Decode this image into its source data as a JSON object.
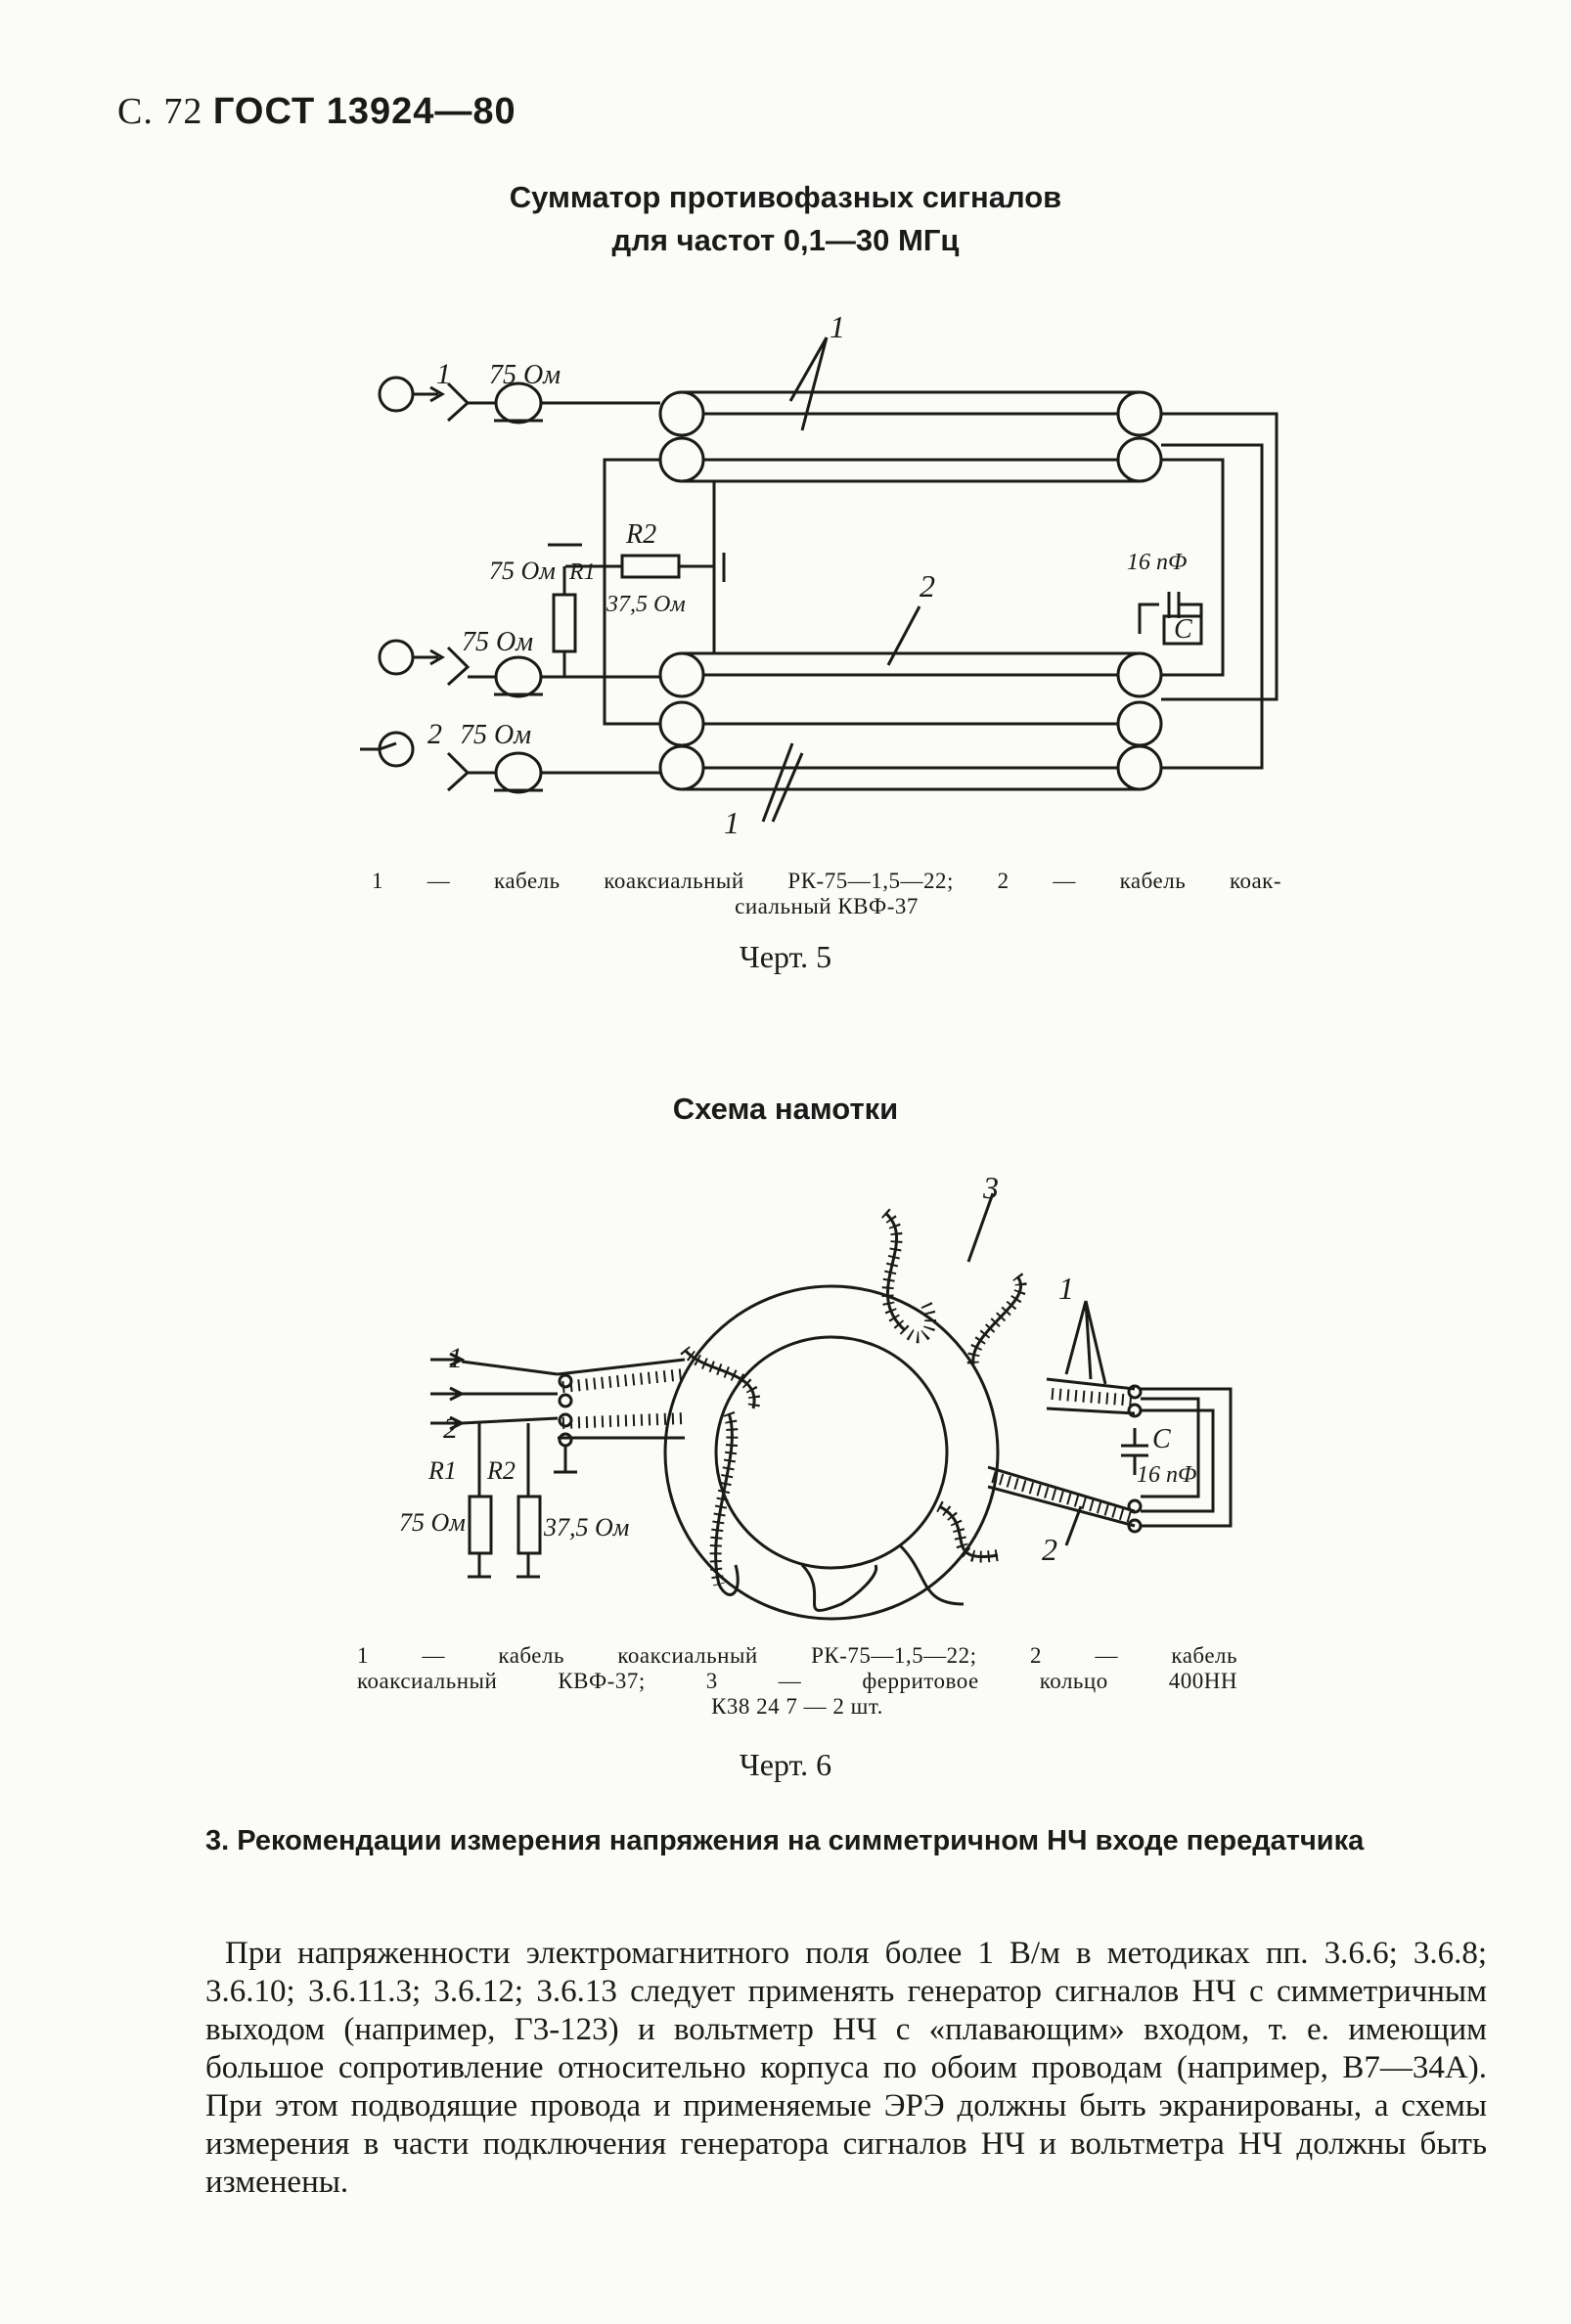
{
  "header": {
    "page_prefix": "С. 72",
    "standard": "ГОСТ 13924—80"
  },
  "figure5": {
    "title_line1": "Сумматор противофазных сигналов",
    "title_line2": "для частот 0,1—30 МГц",
    "labels": {
      "in1_num": "1",
      "in1_imp": "75 Ом",
      "in_mid_imp": "75 Ом",
      "in2_num": "2",
      "in2_imp": "75 Ом",
      "r1_imp": "75 Ом",
      "r1": "R1",
      "r2": "R2",
      "r2_imp": "37,5 Ом",
      "cap_val": "16 пФ",
      "cap": "C",
      "cable1_top": "1",
      "cable2": "2",
      "cable1_bottom": "1"
    },
    "caption_line1": "1 — кабель коаксиальный РК-75—1,5—22; 2 — кабель коак-",
    "caption_line2": "сиальный КВФ-37",
    "number": "Черт. 5"
  },
  "figure6": {
    "title": "Схема намотки",
    "labels": {
      "ring": "3",
      "cable1": "1",
      "cable2": "2",
      "in1": "1",
      "in2": "2",
      "r1": "R1",
      "r2": "R2",
      "r1_imp": "75 Ом",
      "r2_imp": "37,5 Ом",
      "cap": "C",
      "cap_val": "16 пФ"
    },
    "caption_line1": "1 — кабель коаксиальный РК-75—1,5—22; 2 — кабель",
    "caption_line2": "коаксиальный КВФ-37; 3 — ферритовое кольцо 400НН",
    "caption_line3": "К38 24 7 — 2 шт.",
    "number": "Черт. 6"
  },
  "section3": {
    "heading": "3. Рекомендации измерения напряжения на симметричном НЧ входе передатчика",
    "paragraph": "При напряженности электромагнитного поля более 1 В/м в методиках пп. 3.6.6; 3.6.8; 3.6.10; 3.6.11.3; 3.6.12; 3.6.13 следует применять генератор сигналов НЧ с симметричным выходом (например, Г3-123) и вольтметр НЧ с «плавающим» входом, т. е. имеющим большое сопротивление относительно корпуса по обоим проводам (например, В7—34А). При этом подводящие провода и применяемые ЭРЭ должны быть экранированы, а схемы измерения в части подключения генератора сигналов НЧ и вольтметра НЧ должны быть изменены."
  }
}
